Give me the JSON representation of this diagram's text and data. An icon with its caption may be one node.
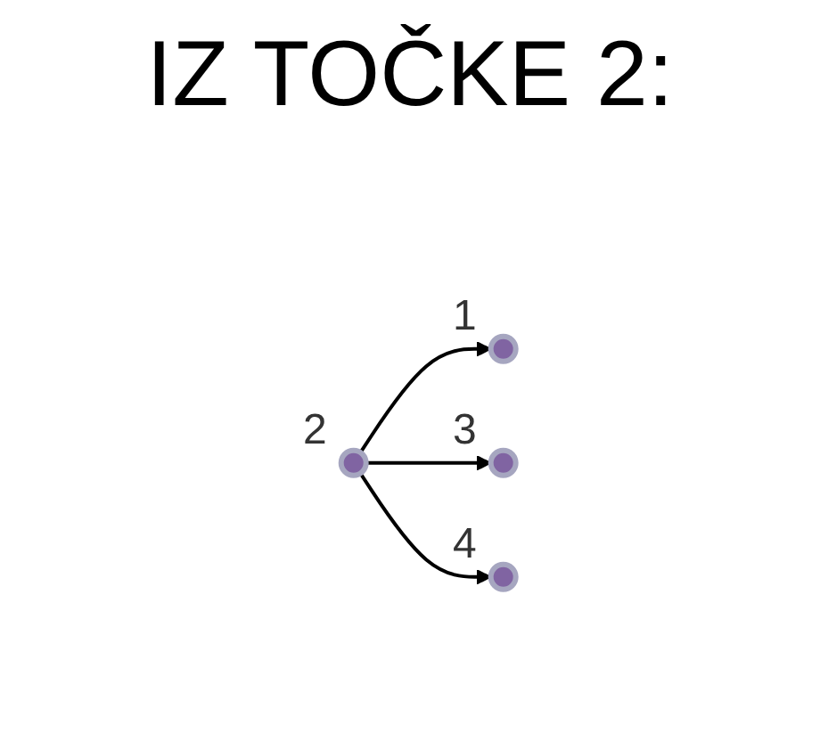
{
  "diagram": {
    "title": "IZ TOČKE 2:",
    "nodes": [
      {
        "text": [],
        "shape": "circle",
        "beside": [
          "2"
        ]
      },
      {
        "text": [],
        "shape": "circle",
        "beside": [
          "1"
        ]
      },
      {
        "text": [],
        "shape": "circle",
        "beside": [
          "3"
        ]
      },
      {
        "text": [],
        "shape": "circle",
        "beside": [
          "4"
        ]
      }
    ],
    "edges": [
      {
        "from": 0,
        "to": 1,
        "arrow": "to"
      },
      {
        "from": 0,
        "to": 2,
        "arrow": "to"
      },
      {
        "from": 0,
        "to": 3,
        "arrow": "to"
      }
    ]
  }
}
